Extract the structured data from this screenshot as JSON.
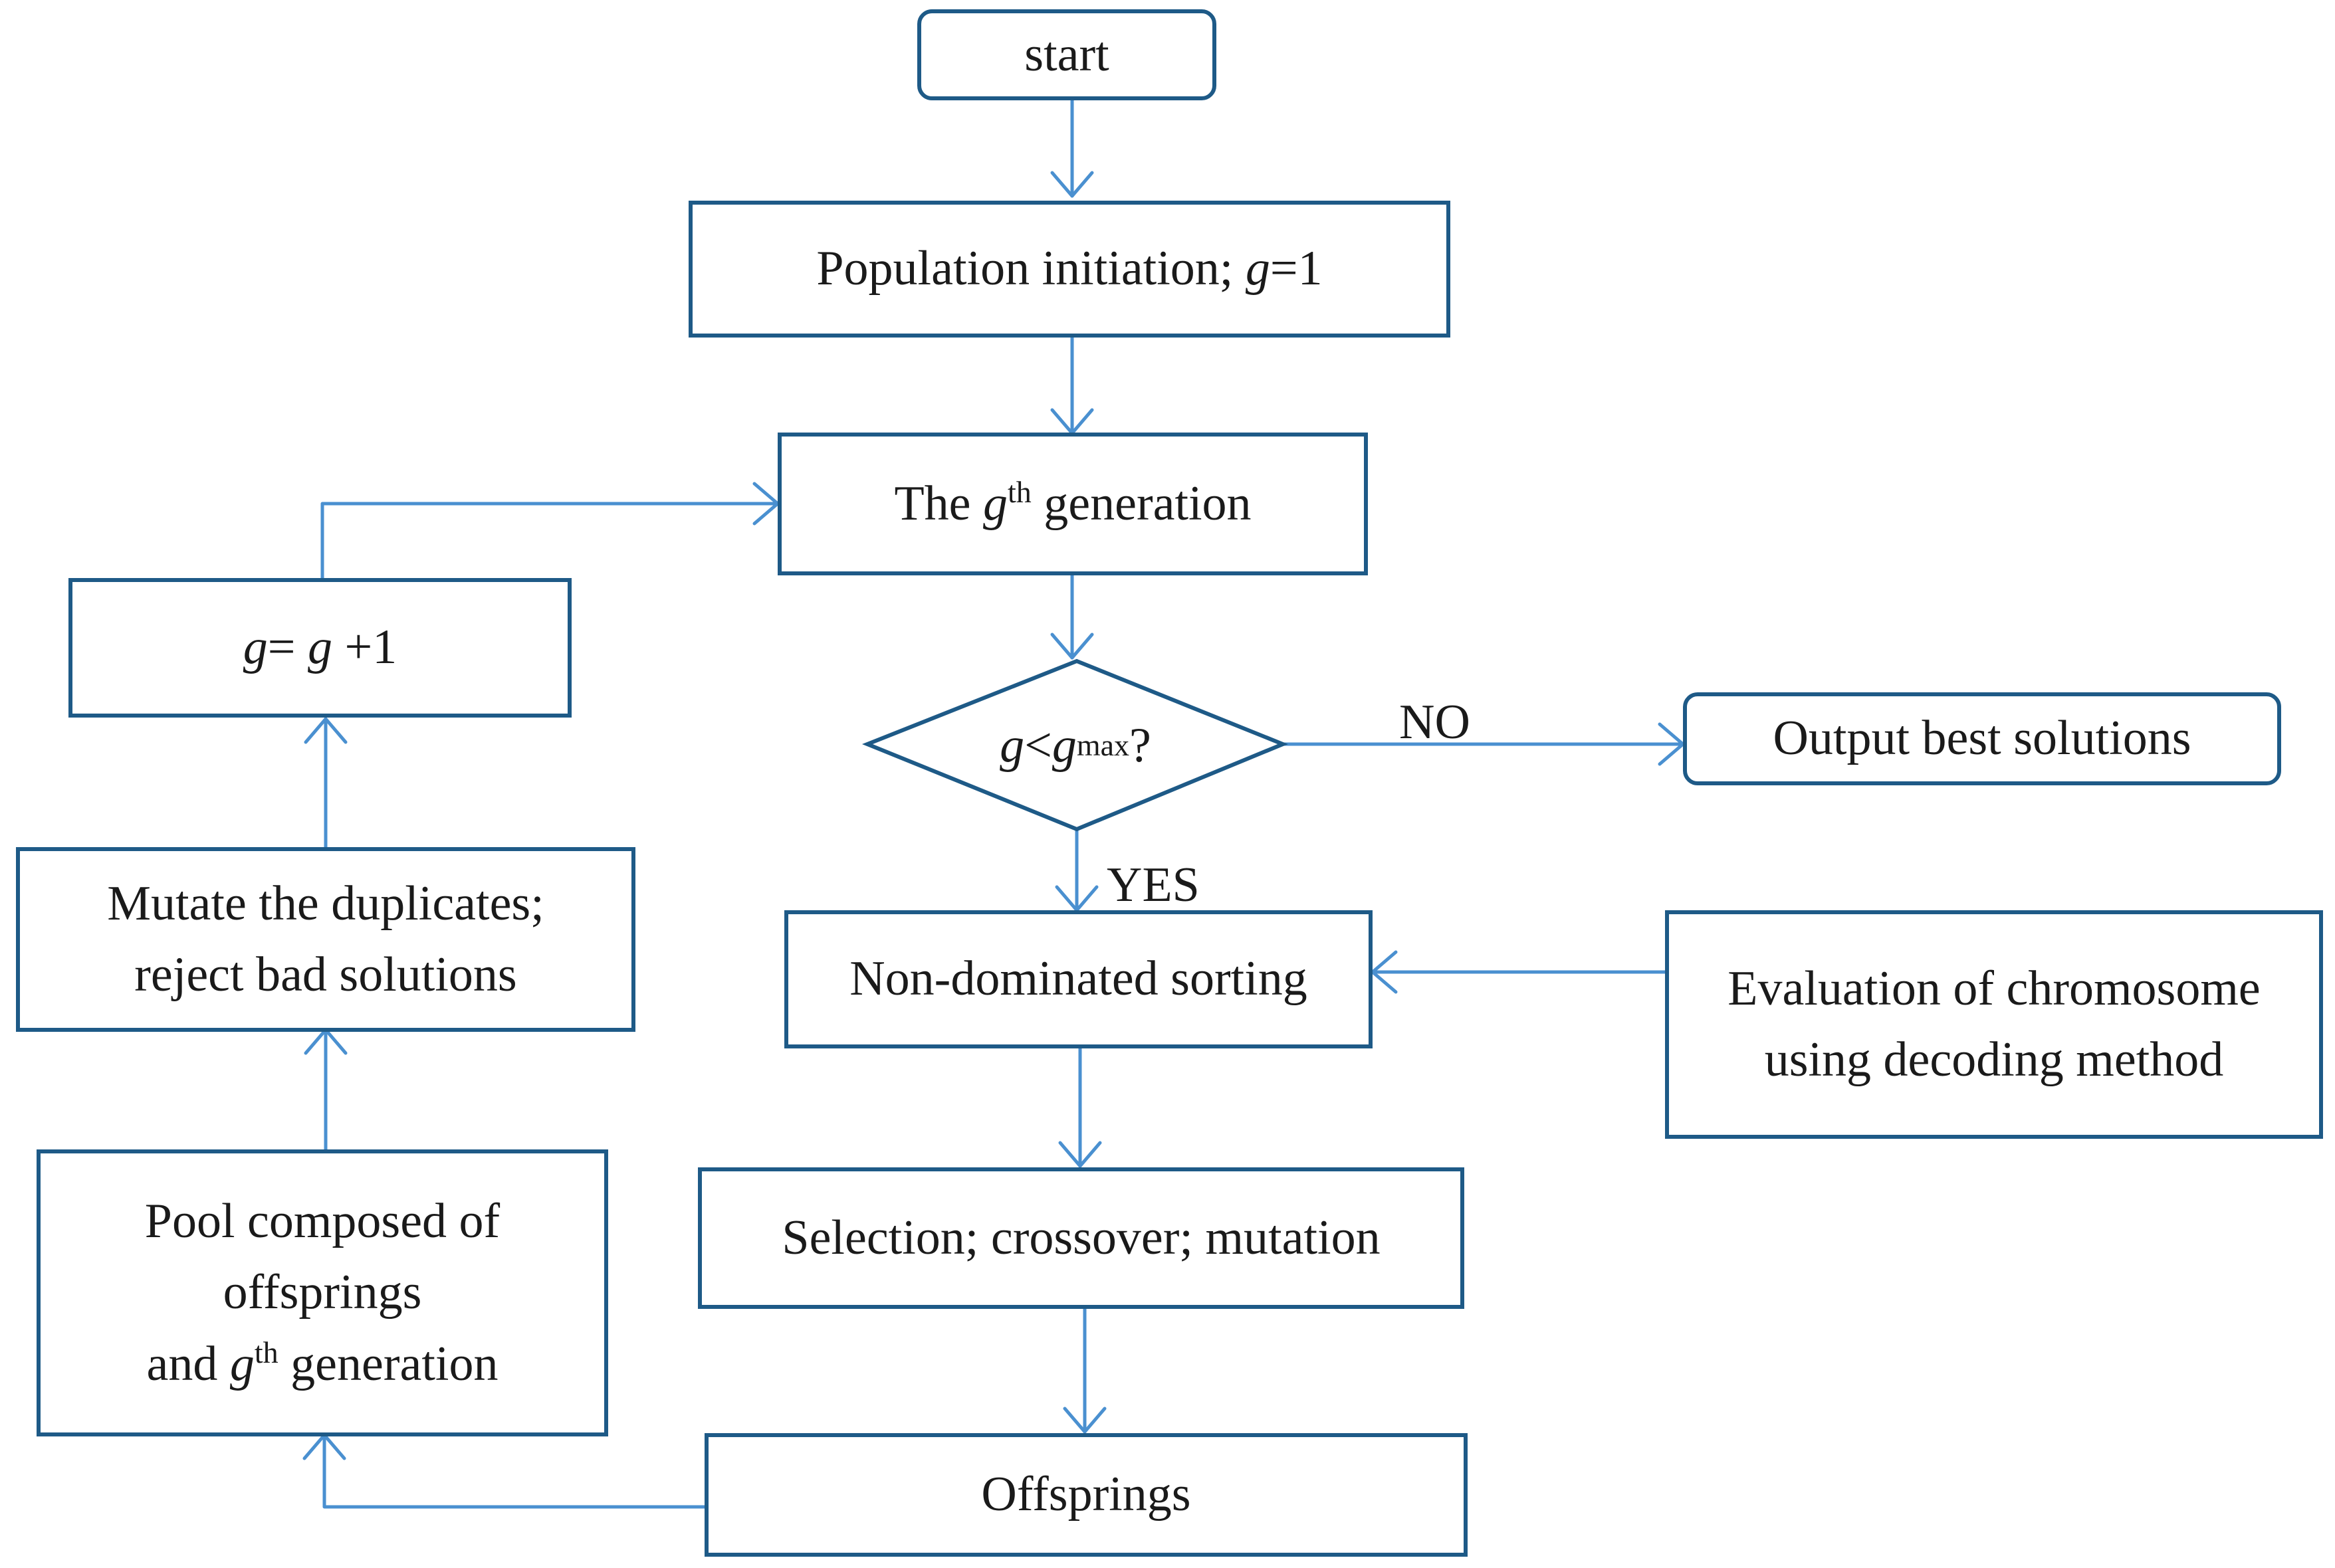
{
  "nodes": {
    "start": {
      "text": "start"
    },
    "init": {
      "text": "Population initiation; ",
      "var": "g",
      "tail": "=1"
    },
    "gen": {
      "before": "The ",
      "var": "g",
      "sup": "th",
      "after": " generation"
    },
    "decision": {
      "var1": "g",
      "op": "<",
      "var2": "g",
      "sub": "max",
      "tail": "?"
    },
    "output": {
      "text": "Output best solutions"
    },
    "sorting": {
      "text": "Non-dominated sorting"
    },
    "evaluation": {
      "lines": [
        "Evaluation of chromosome",
        "using decoding method"
      ]
    },
    "selection": {
      "text": "Selection; crossover; mutation"
    },
    "offsprings": {
      "text": "Offsprings"
    },
    "pool": {
      "line1": "Pool composed of",
      "line2": "offsprings",
      "line3_before": "and ",
      "line3_var": "g",
      "line3_sup": "th",
      "line3_after": " generation"
    },
    "mutate": {
      "lines": [
        "Mutate the duplicates;",
        "reject bad solutions"
      ]
    },
    "increment": {
      "var1": "g",
      "mid": "= ",
      "var2": "g",
      "tail": " +1"
    }
  },
  "edges": {
    "no_label": "NO",
    "yes_label": "YES"
  },
  "colors": {
    "border": "#1e5a87",
    "arrow": "#4a90d0",
    "text": "#1a1a1a"
  }
}
